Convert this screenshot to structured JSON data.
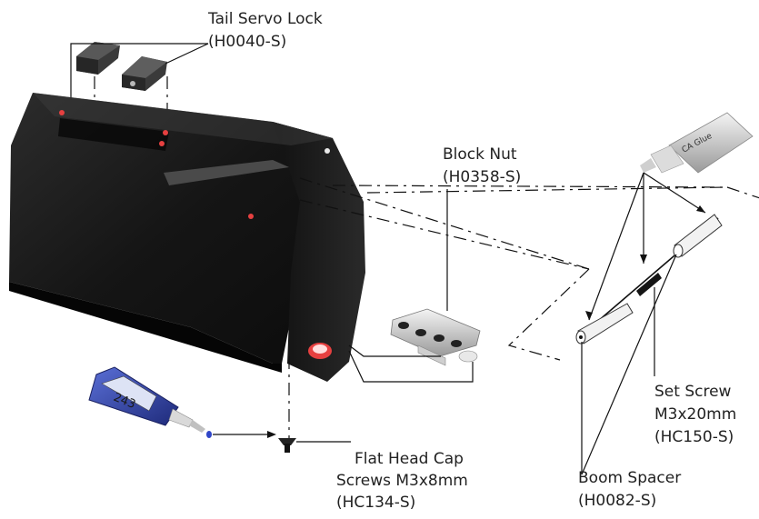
{
  "labels": {
    "tail_servo_lock": {
      "line1": "Tail Servo Lock",
      "line2": "(H0040-S)"
    },
    "block_nut": {
      "line1": "Block Nut",
      "line2": "(H0358-S)"
    },
    "set_screw": {
      "line1": "Set Screw",
      "line2": "M3x20mm",
      "line3": "(HC150-S)"
    },
    "boom_spacer": {
      "line1": "Boom Spacer",
      "line2": "(H0082-S)"
    },
    "flat_head_cap_screws": {
      "line1": "Flat Head Cap",
      "line2": "Screws M3x8mm",
      "line3": "(HC134-S)"
    }
  },
  "bottles": {
    "ca_glue": "CA Glue",
    "threadlocker": "243"
  },
  "colors": {
    "housing": "#1a1a1a",
    "threadlocker_blue": "#2f3f9e",
    "accent_red": "#e64040"
  }
}
